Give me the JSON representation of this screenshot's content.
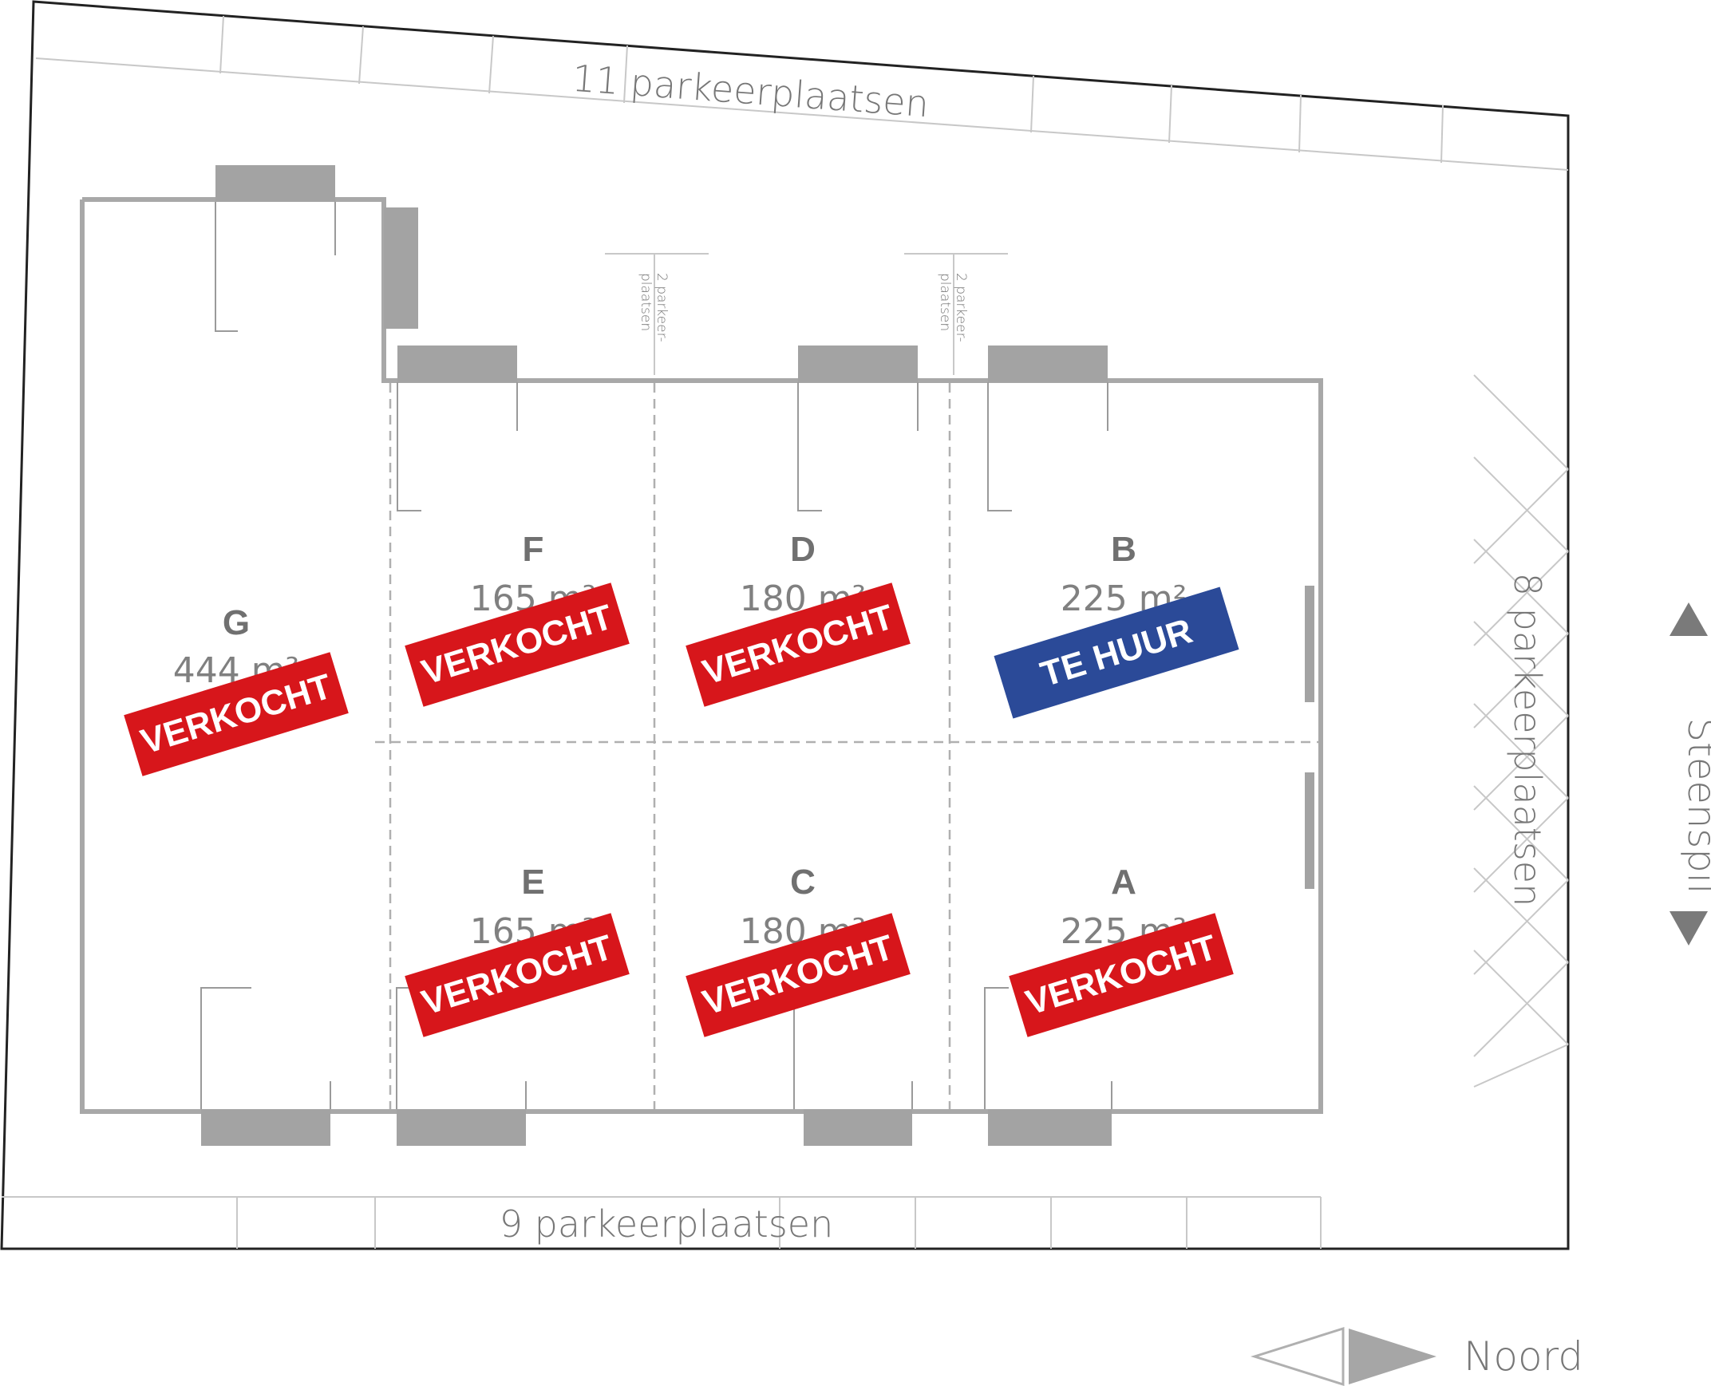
{
  "parking": {
    "north": "11 parkeerplaatsen",
    "south": "9 parkeerplaatsen",
    "east": "8 parkeerplaatsen",
    "small_a_line1": "2 parkeer-",
    "small_a_line2": "plaatsen",
    "small_b_line1": "2 parkeer-",
    "small_b_line2": "plaatsen"
  },
  "road": {
    "name": "Steenspil",
    "up_icon": "triangle-up-icon",
    "down_icon": "triangle-down-icon"
  },
  "compass": {
    "label": "Noord",
    "icon": "north-arrow-icon"
  },
  "units": [
    {
      "id": "G",
      "letter": "G",
      "area": "444 m²",
      "status": "VERKOCHT"
    },
    {
      "id": "F",
      "letter": "F",
      "area": "165 m²",
      "status": "VERKOCHT"
    },
    {
      "id": "D",
      "letter": "D",
      "area": "180 m²",
      "status": "VERKOCHT"
    },
    {
      "id": "B",
      "letter": "B",
      "area": "225 m²",
      "status": "TE HUUR"
    },
    {
      "id": "E",
      "letter": "E",
      "area": "165 m²",
      "status": "VERKOCHT"
    },
    {
      "id": "C",
      "letter": "C",
      "area": "180 m²",
      "status": "VERKOCHT"
    },
    {
      "id": "A",
      "letter": "A",
      "area": "225 m²",
      "status": "VERKOCHT"
    }
  ],
  "colors": {
    "sold": "#d7161b",
    "for_rent": "#2b4a98",
    "wall": "#a8a8a8",
    "loading_dock": "#a3a3a3",
    "text": "#707070"
  }
}
